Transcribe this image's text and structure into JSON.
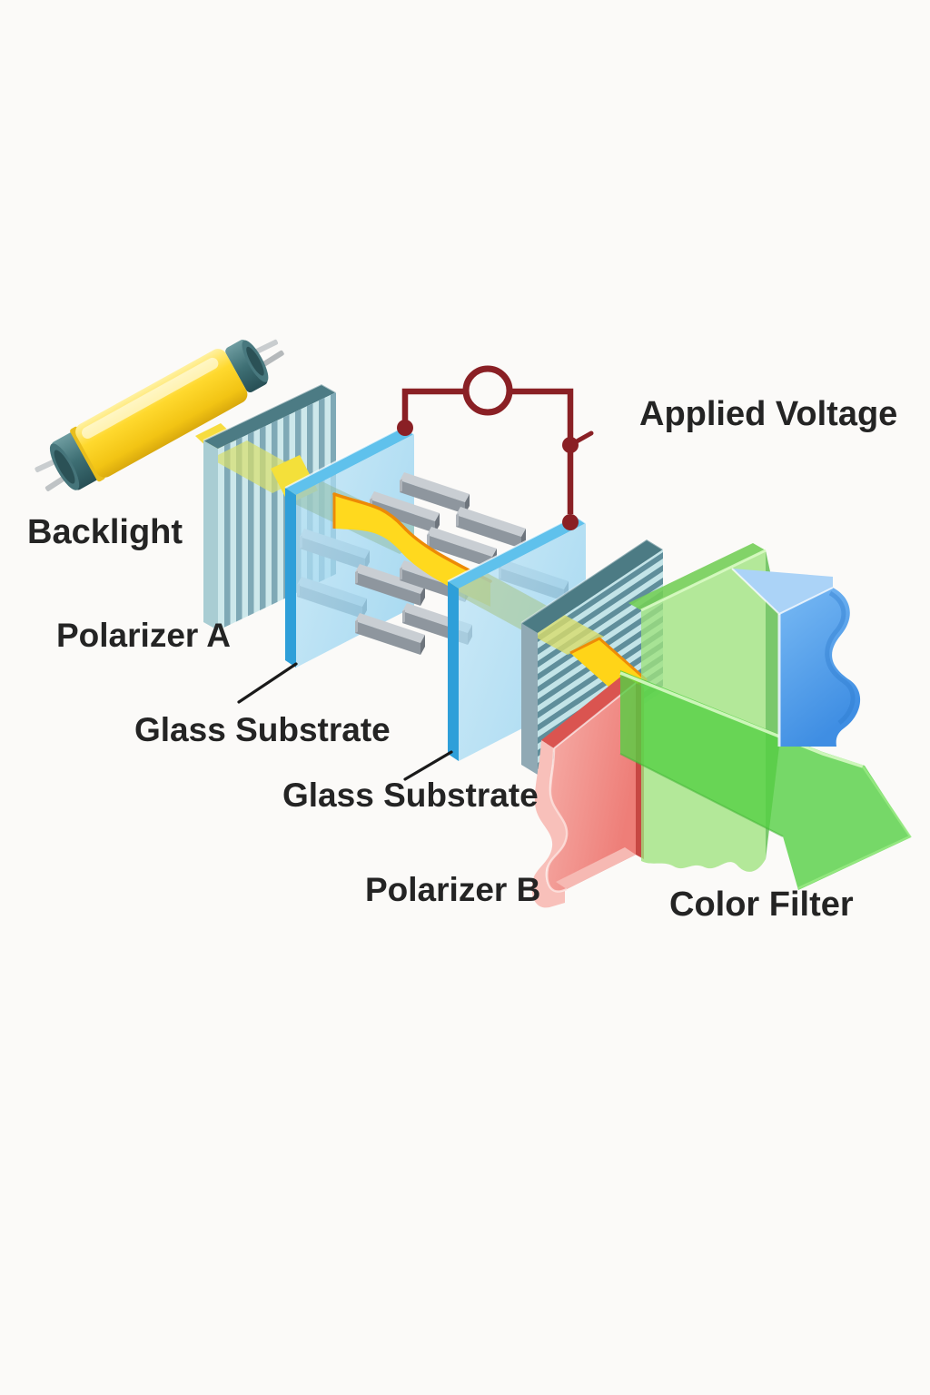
{
  "labels": {
    "backlight": "Backlight",
    "polarizer_a": "Polarizer A",
    "glass_substrate_1": "Glass Substrate",
    "glass_substrate_2": "Glass Substrate",
    "polarizer_b": "Polarizer B",
    "applied_voltage": "Applied Voltage",
    "color_filter": "Color Filter"
  },
  "colors": {
    "background": "#FBFAF8",
    "label_text": "#242424",
    "circuit_wire": "#8A2025",
    "backlight_yellow": "#FFD92E",
    "lamp_cap_teal": "#3E6F74",
    "beam_yellow": "#FFD418",
    "beam_twist_edge": "#ED8A05",
    "beam_green": "#55D043",
    "polarizer_top_teal": "#4C7B84",
    "polarizer_stripe_dark": "#6F9EAC",
    "polarizer_stripe_light": "#CDE8EB",
    "glass_edge_blue": "#2E9FD9",
    "glass_face_blue": "#A9DCF2",
    "filter_red": "#EF8781",
    "filter_green": "#9FE37E",
    "filter_blue": "#4D9BE8",
    "molecule_gray": "#8E969E"
  }
}
